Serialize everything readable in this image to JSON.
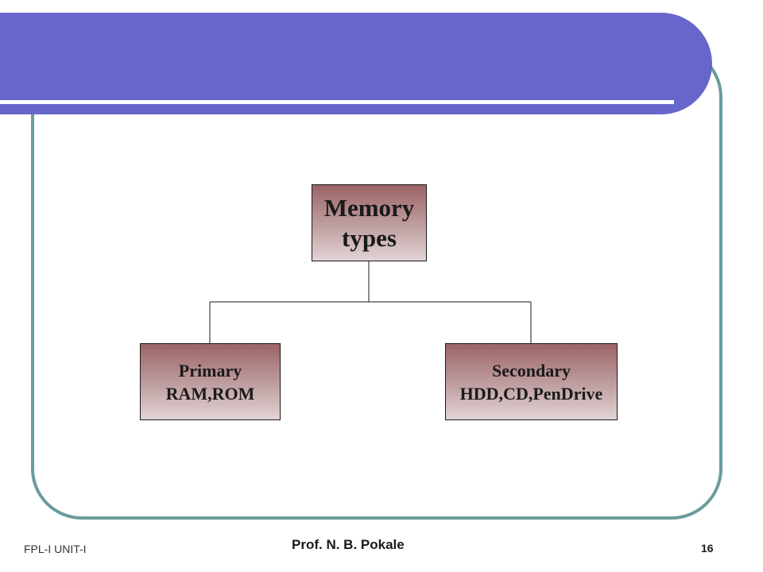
{
  "diagram": {
    "root": {
      "line1": "Memory",
      "line2": "types"
    },
    "children": [
      {
        "line1": "Primary",
        "line2": "RAM,ROM"
      },
      {
        "line1": "Secondary",
        "line2": "HDD,CD,PenDrive"
      }
    ]
  },
  "footer": {
    "left": "FPL-I  UNIT-I",
    "center": "Prof. N. B. Pokale",
    "page_number": "16"
  },
  "colors": {
    "banner": "#6767cb",
    "frame": "#6a9c9c",
    "box_top": "#9c6466",
    "box_bottom": "#e2d4d5"
  }
}
